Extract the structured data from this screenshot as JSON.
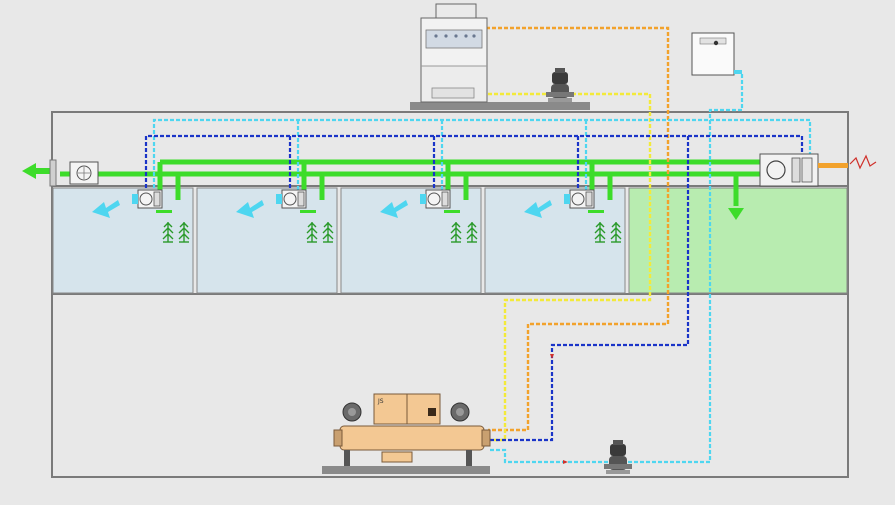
{
  "diagram": {
    "background": "#e8e8e8",
    "room_count": 4,
    "colors": {
      "supply_air": "#3ddc2a",
      "chilled_water_supply": "#1a34c8",
      "chilled_water_return": "#4ed6f0",
      "cooling_water_supply": "#f2a22c",
      "cooling_water_return": "#f3ea3a",
      "room_fill": "#d6e4ec",
      "fresh_air_room_fill": "#b8ecb0",
      "chiller_body": "#f3c893"
    },
    "equipment": [
      {
        "name": "cooling-tower",
        "icon": "cooling-tower-icon"
      },
      {
        "name": "cooling-water-pump",
        "icon": "pump-icon"
      },
      {
        "name": "expansion-tank",
        "icon": "tank-icon"
      },
      {
        "name": "fresh-air-handling-unit",
        "icon": "ahu-icon"
      },
      {
        "name": "exhaust-fan",
        "icon": "fan-icon"
      },
      {
        "name": "fan-coil-units",
        "icon": "fan-coil-icon"
      },
      {
        "name": "water-chiller",
        "icon": "chiller-icon"
      },
      {
        "name": "chilled-water-pump",
        "icon": "pump-icon"
      }
    ],
    "chiller_label": "JS"
  }
}
